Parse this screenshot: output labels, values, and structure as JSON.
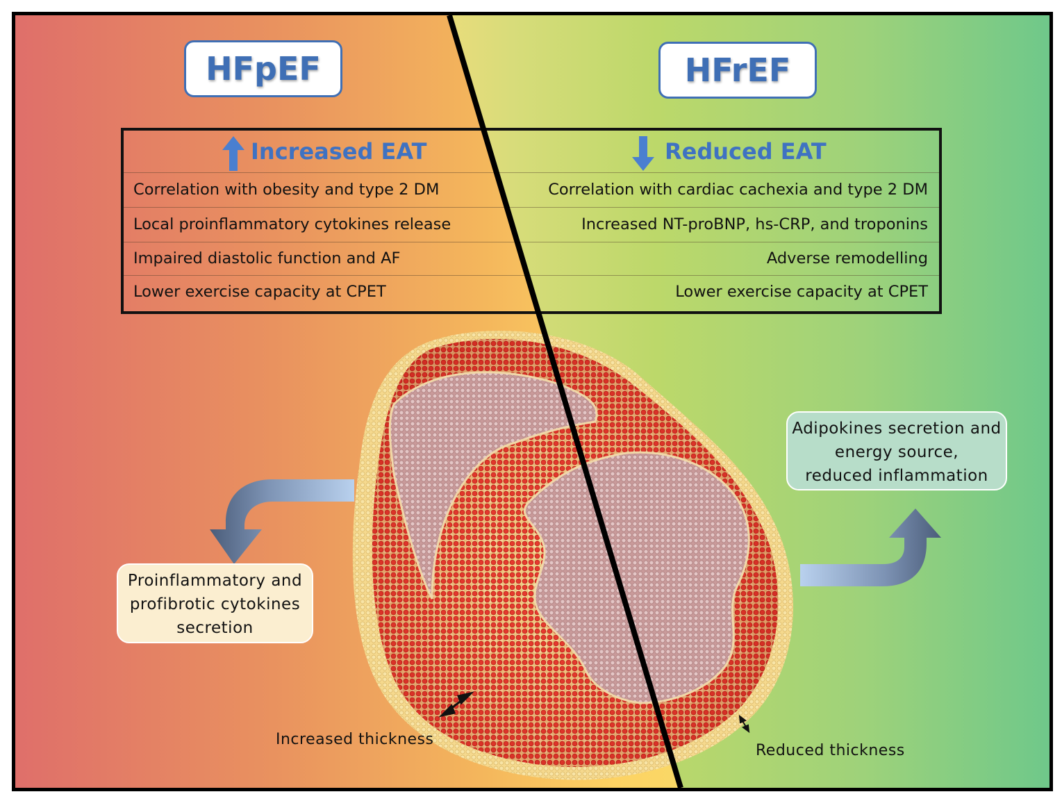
{
  "left": {
    "title": "HFpEF",
    "eat_heading": "Increased EAT",
    "rows": [
      "Correlation with obesity and type 2 DM",
      "Local proinflammatory cytokines release",
      "Impaired diastolic function and AF",
      "Lower exercise capacity at CPET"
    ],
    "callout": [
      "Proinflammatory and",
      "profibrotic cytokines",
      "secretion"
    ],
    "thickness_label": "Increased thickness"
  },
  "right": {
    "title": "HFrEF",
    "eat_heading": "Reduced EAT",
    "rows": [
      "Correlation with cardiac cachexia and type 2 DM",
      "Increased NT-proBNP, hs-CRP, and troponins",
      "Adverse remodelling",
      "Lower exercise capacity at CPET"
    ],
    "callout": [
      "Adipokines secretion and",
      "energy source,",
      "reduced inflammation"
    ],
    "thickness_label": "Reduced thickness"
  },
  "colors": {
    "title_blue": "#3f6fb5",
    "arrow_blue": "#4a7fd0",
    "myocardium_red": "#d92a22",
    "fat_yellow": "#f3d07a",
    "background_left": "#df6f6a",
    "background_right": "#6fc88a"
  },
  "icons": [
    "arrow-up-icon",
    "arrow-down-icon",
    "curved-arrow-left-icon",
    "curved-arrow-right-icon",
    "double-arrow-icon"
  ]
}
